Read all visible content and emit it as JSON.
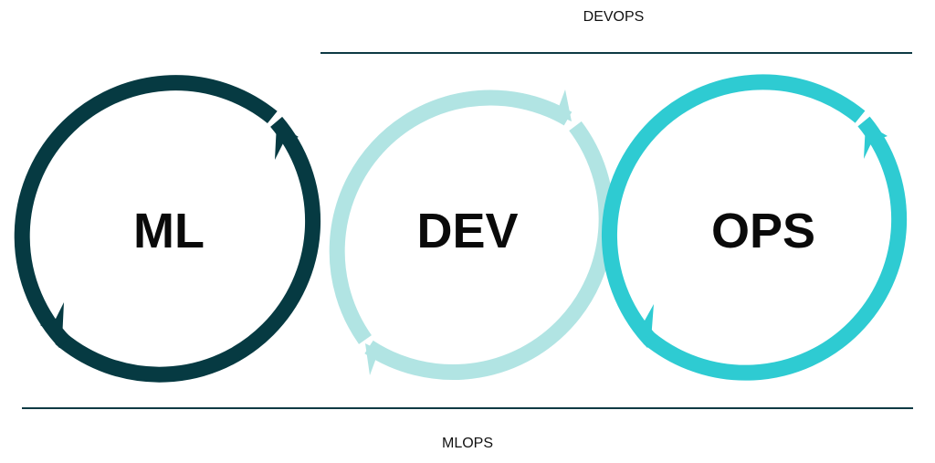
{
  "labels": {
    "top_bracket": "DEVOPS",
    "bottom_bracket": "MLOPS"
  },
  "circles": [
    {
      "label": "ML",
      "color": "#063a42"
    },
    {
      "label": "DEV",
      "color": "#b1e4e3"
    },
    {
      "label": "OPS",
      "color": "#2ecbd2"
    }
  ],
  "colors": {
    "line": "#0e3a44",
    "text": "#0a0a0a"
  }
}
